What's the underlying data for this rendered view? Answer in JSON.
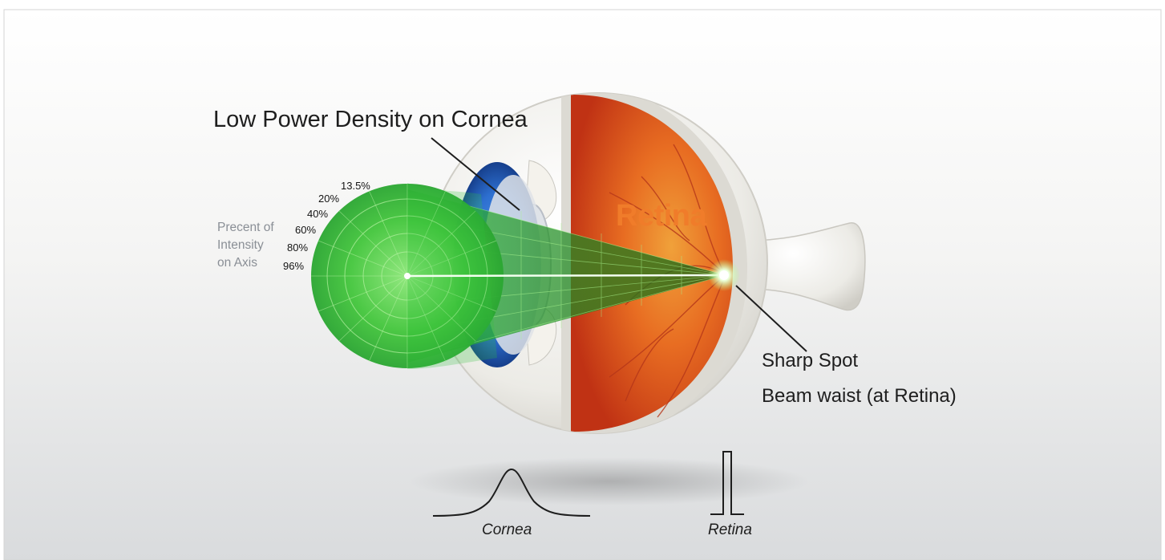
{
  "title": "Low Power Density on Cornea",
  "intensity_caption": [
    "Precent of",
    "Intensity",
    "on Axis"
  ],
  "intensity_levels": [
    "13.5%",
    "20%",
    "40%",
    "60%",
    "80%",
    "96%"
  ],
  "retina_label": "Retina",
  "spot_label": "Sharp Spot",
  "waist_label": "Beam waist (at Retina)",
  "profile_labels": {
    "cornea": "Cornea",
    "retina": "Retina"
  },
  "colors": {
    "beam": "#2fbf3a",
    "beam_light": "#7ee06f",
    "retina": "#e0551e",
    "retina_text": "#f07c2a",
    "iris": "#2d6fd0",
    "sclera": "#ecebe6"
  }
}
